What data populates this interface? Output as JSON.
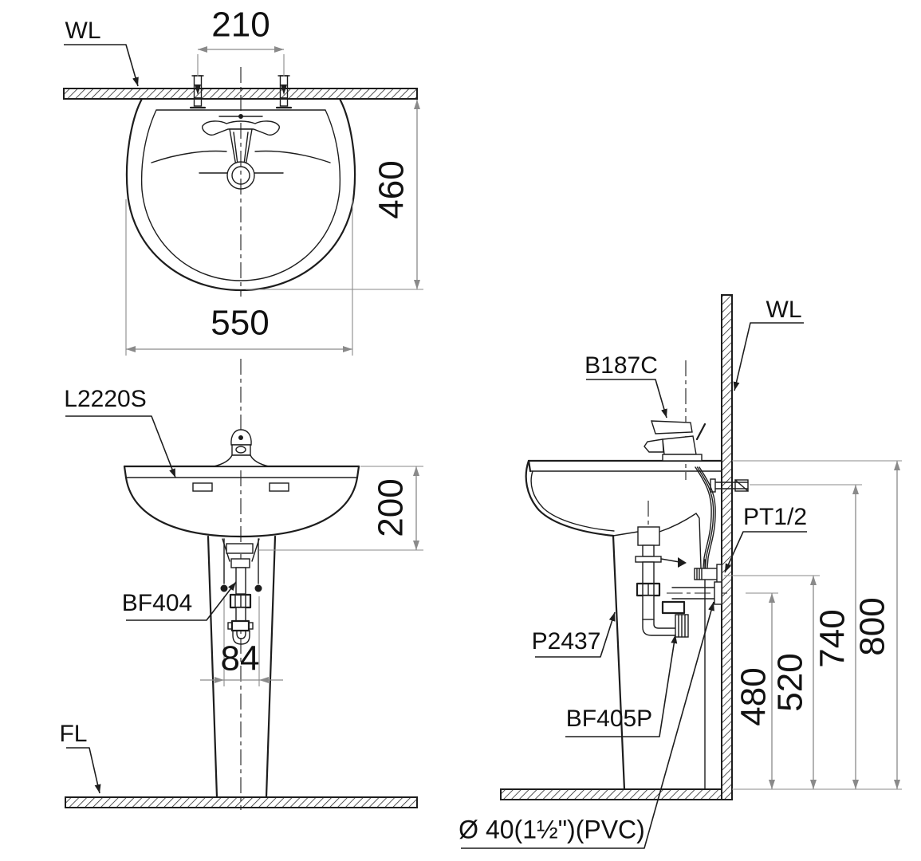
{
  "labels": {
    "wall_line_plan": "WL",
    "floor_line": "FL",
    "basin_model": "L2220S",
    "drain_model": "BF404",
    "wall_line_side": "WL",
    "faucet_model": "B187C",
    "supply_spec": "PT1/2",
    "pedestal_model": "P2437",
    "trap_model": "BF405P",
    "drain_pipe_spec": "Ø 40(1½\")(PVC)"
  },
  "dimensions": {
    "faucet_hole_spacing": "210",
    "basin_depth": "460",
    "basin_width": "550",
    "basin_rim_height": "200",
    "trap_offset": "84",
    "drain_outlet_height": "480",
    "supply_inlet_height": "520",
    "anchor_bolt_height": "740",
    "rim_height": "800"
  },
  "colors": {
    "outline": "#1d1d1d",
    "dimension": "#8a8a8a",
    "text": "#111111",
    "background": "#ffffff"
  }
}
